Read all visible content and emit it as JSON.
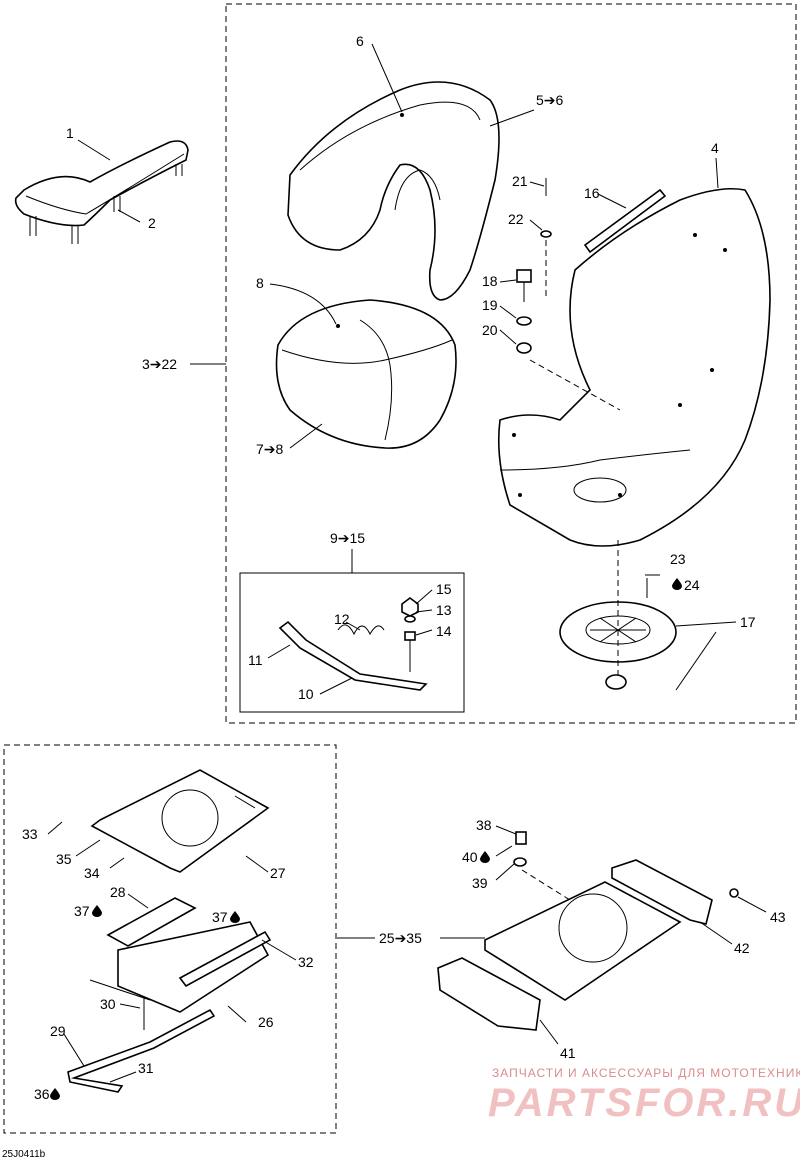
{
  "callouts": {
    "c1": "1",
    "c2": "2",
    "c3_22": "3➔22",
    "c4": "4",
    "c5_6": "5➔6",
    "c6": "6",
    "c7_8": "7➔8",
    "c8": "8",
    "c9_15": "9➔15",
    "c10": "10",
    "c11": "11",
    "c12": "12",
    "c13": "13",
    "c14": "14",
    "c15": "15",
    "c16": "16",
    "c17": "17",
    "c18": "18",
    "c19": "19",
    "c20": "20",
    "c21": "21",
    "c22": "22",
    "c23": "23",
    "c24": "24",
    "c25_35": "25➔35",
    "c26": "26",
    "c27": "27",
    "c28": "28",
    "c29": "29",
    "c30": "30",
    "c31": "31",
    "c32": "32",
    "c33": "33",
    "c34": "34",
    "c35": "35",
    "c36": "36",
    "c37a": "37",
    "c37b": "37",
    "c38": "38",
    "c39": "39",
    "c40": "40",
    "c41": "41",
    "c42": "42",
    "c43": "43"
  },
  "drawing_code": "25J0411b",
  "watermark": {
    "tagline": "ЗАПЧАСТИ И АКСЕССУАРЫ ДЛЯ МОТОТЕХНИКИ",
    "brand": "PARTSFOR.RU"
  },
  "icons": {
    "adhesive": "drop-icon"
  }
}
